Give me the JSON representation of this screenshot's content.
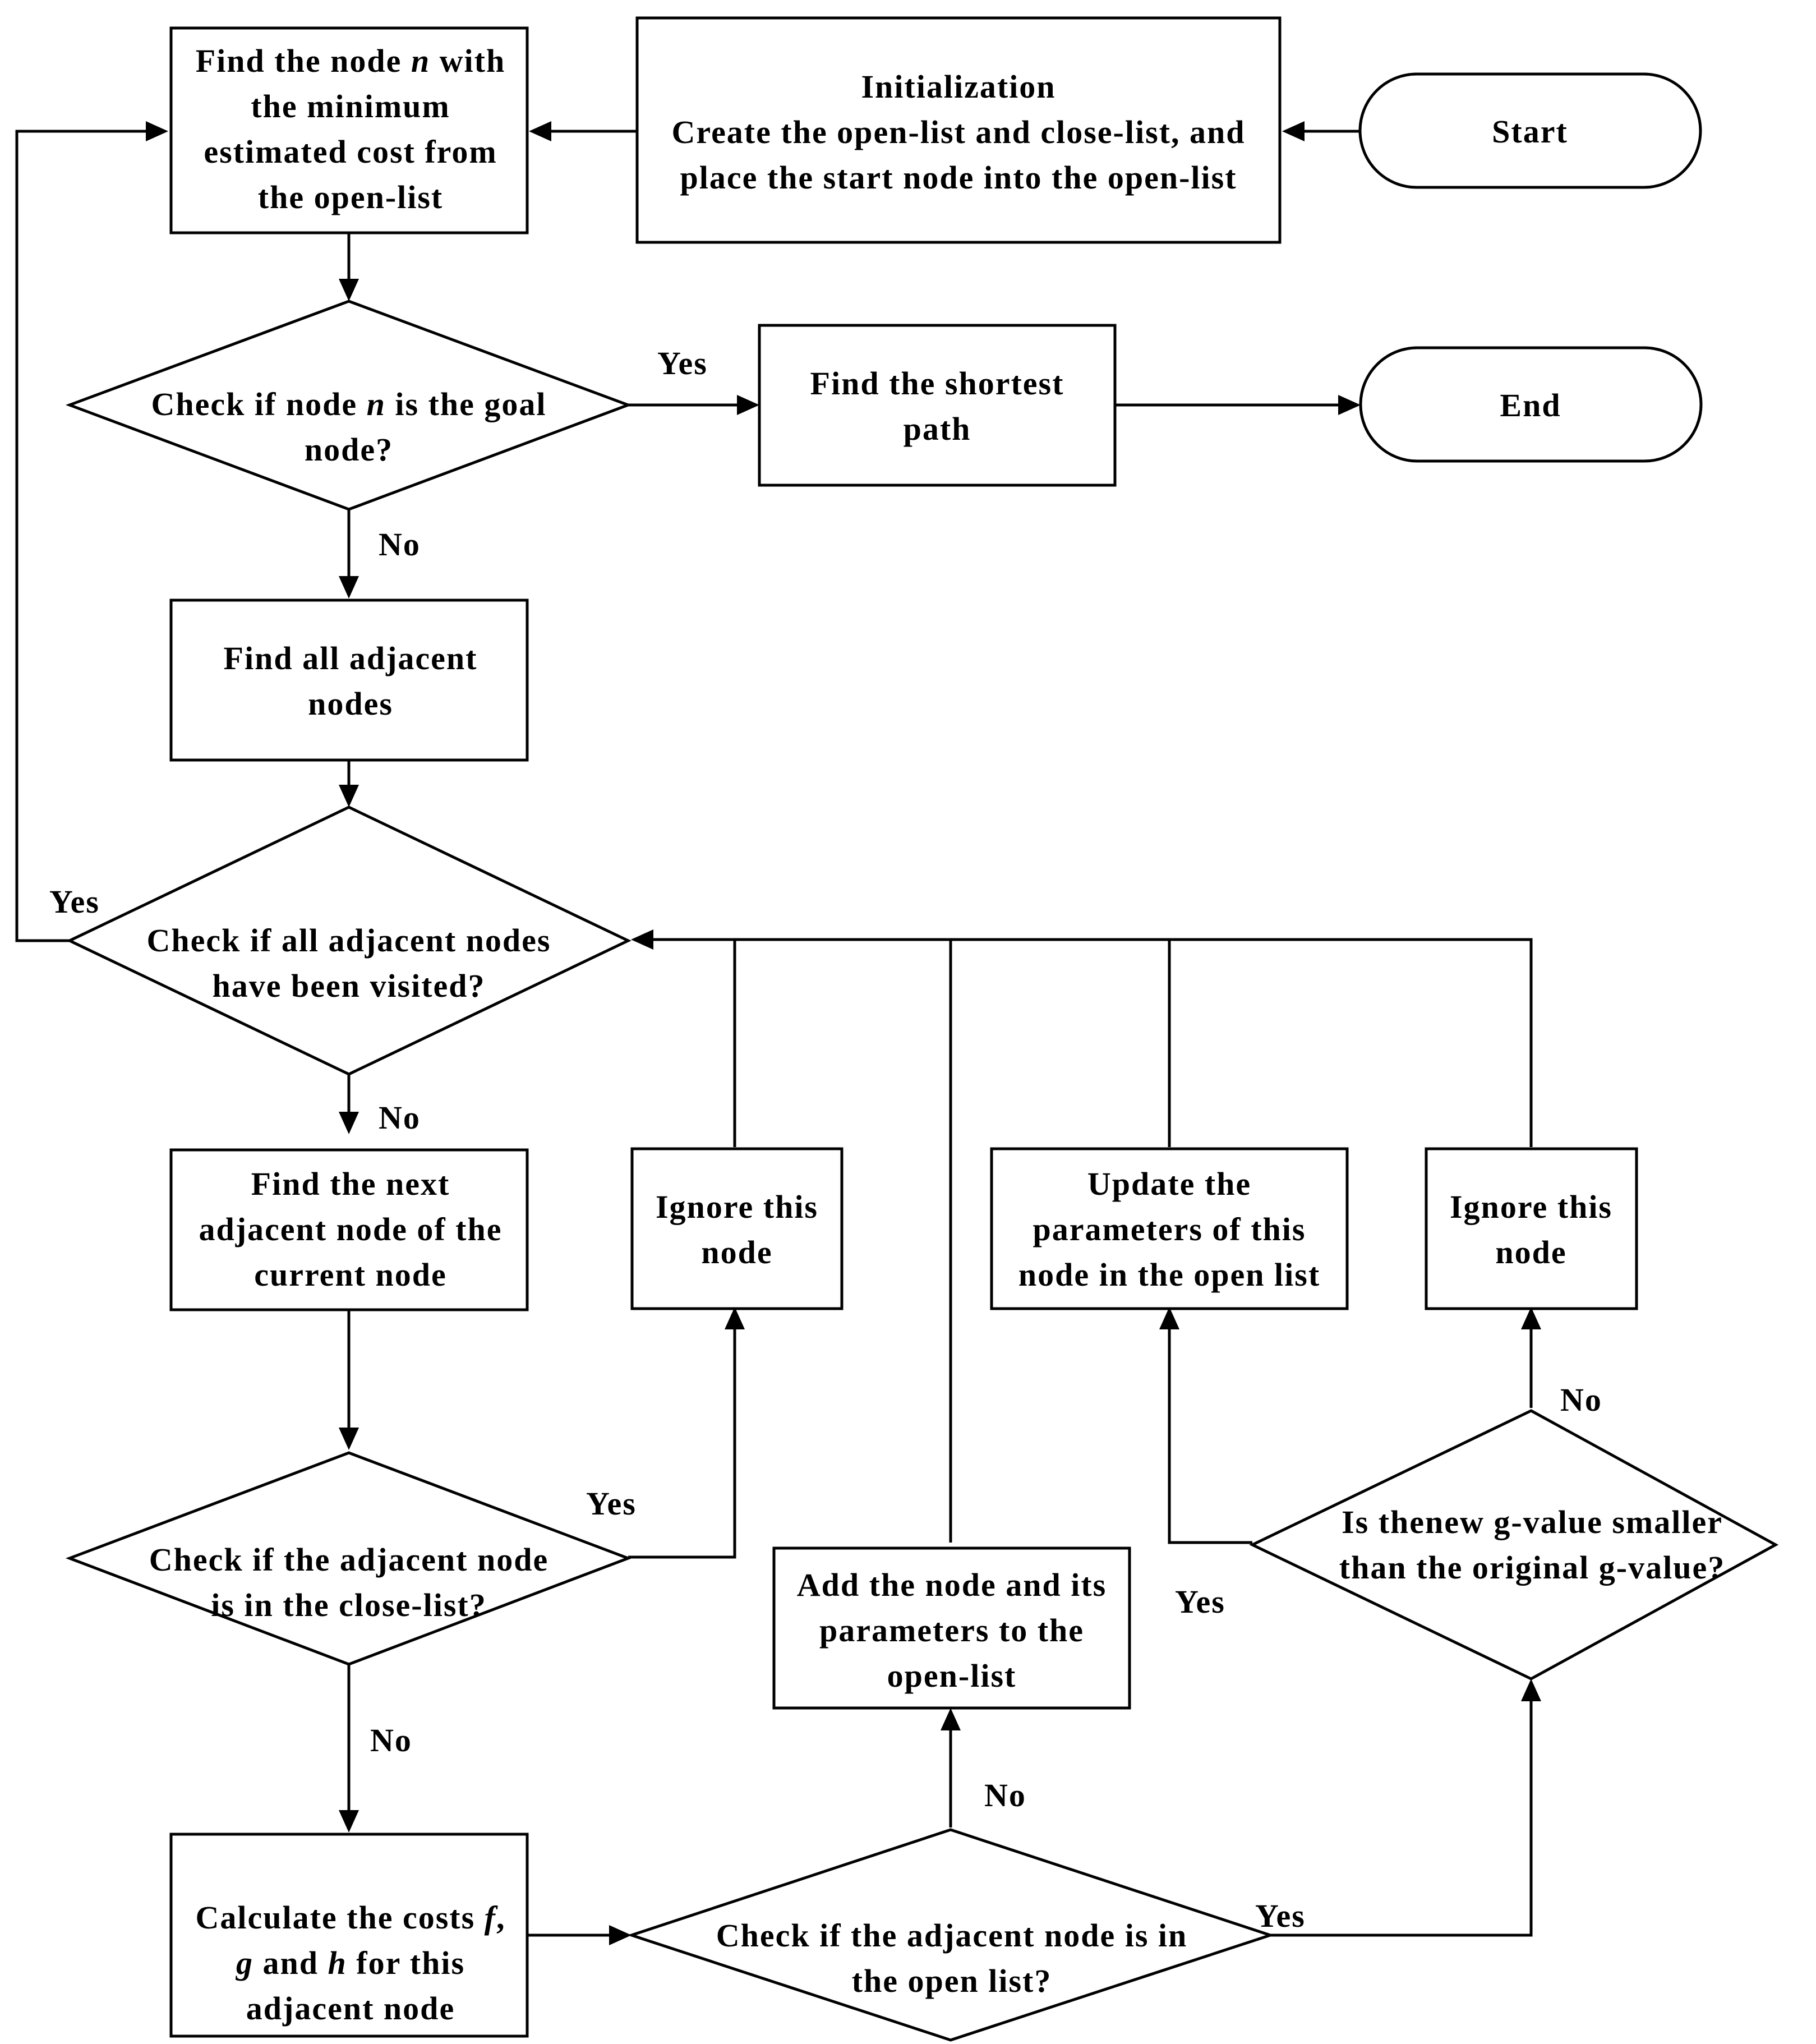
{
  "nodes": {
    "start": {
      "lines": [
        "Start"
      ]
    },
    "init": {
      "lines": [
        "Initialization",
        "Create the open-list and close-list, and",
        "place the start node into the open-list"
      ]
    },
    "find_min": {
      "lines": [
        "Find the node |n| with",
        "the minimum",
        "estimated cost from",
        "the open-list"
      ]
    },
    "check_goal": {
      "lines": [
        "Check if node |n| is the goal",
        "node?"
      ]
    },
    "shortest": {
      "lines": [
        "Find the shortest",
        "path"
      ]
    },
    "end": {
      "lines": [
        "End"
      ]
    },
    "find_adj": {
      "lines": [
        "Find all adjacent",
        "nodes"
      ]
    },
    "check_all": {
      "lines": [
        "Check if all adjacent nodes",
        "have been visited?"
      ]
    },
    "find_next": {
      "lines": [
        "Find the next",
        "adjacent node of the",
        "current node"
      ]
    },
    "ignore1": {
      "lines": [
        "Ignore this",
        "node"
      ]
    },
    "update": {
      "lines": [
        "Update the",
        "parameters of this",
        "node in the open list"
      ]
    },
    "ignore2": {
      "lines": [
        "Ignore this",
        "node"
      ]
    },
    "check_close": {
      "lines": [
        "Check if the adjacent node",
        "is in the close-list?"
      ]
    },
    "add_node": {
      "lines": [
        "Add the node and its",
        "parameters to the",
        "open-list"
      ]
    },
    "check_g": {
      "lines": [
        "Is thenew g-value smaller",
        "than the original g-value?"
      ]
    },
    "calc": {
      "lines": [
        "Calculate the costs |f|,",
        "|g| and |h| for this",
        "adjacent node"
      ]
    },
    "check_open": {
      "lines": [
        "Check if the adjacent node is in",
        "the open list?"
      ]
    }
  },
  "edge_labels": {
    "goal_yes": "Yes",
    "goal_no": "No",
    "all_yes": "Yes",
    "all_no": "No",
    "close_yes": "Yes",
    "close_no": "No",
    "open_no": "No",
    "open_yes": "Yes",
    "g_no": "No",
    "g_yes": "Yes"
  }
}
